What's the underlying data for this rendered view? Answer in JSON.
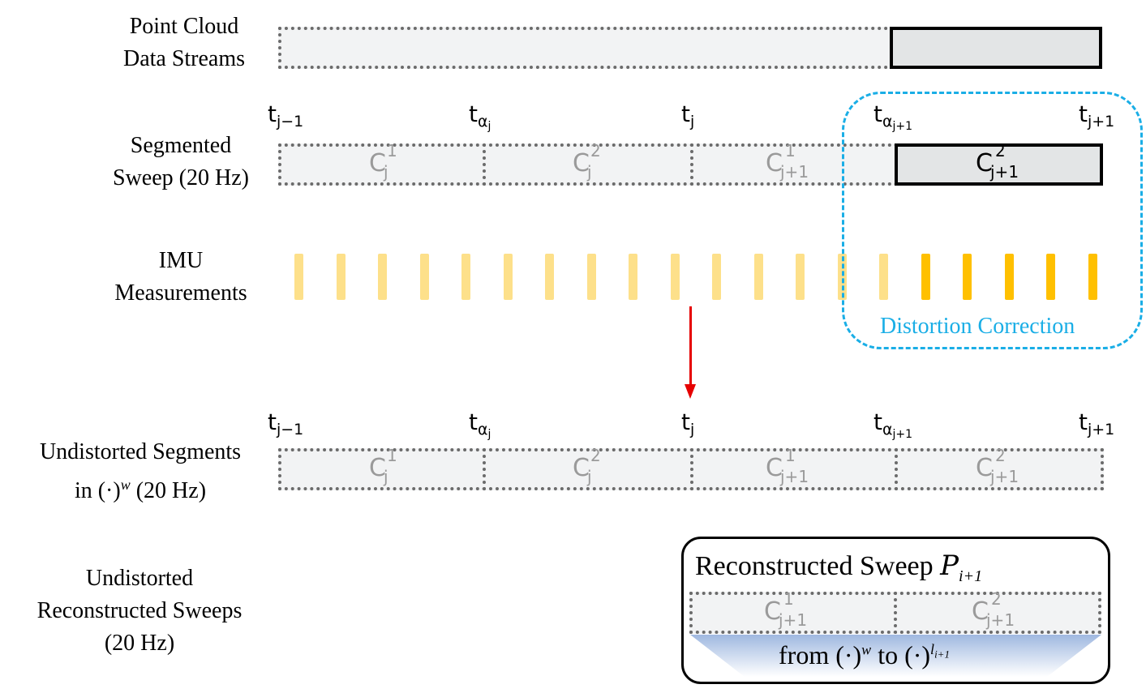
{
  "rows": {
    "point_cloud": [
      "Point Cloud",
      "Data Streams"
    ],
    "segmented": [
      "Segmented",
      "Sweep (20 Hz)"
    ],
    "imu": [
      "IMU",
      "Measurements"
    ],
    "undistorted_segments": [
      "Undistorted Segments",
      "in (·)",
      "w",
      " (20 Hz)"
    ],
    "undistorted_recon": [
      "Undistorted",
      "Reconstructed Sweeps",
      "(20 Hz)"
    ]
  },
  "ticks": {
    "t_j_minus_1": {
      "base": "t",
      "sub": "j−1"
    },
    "t_alpha_j": {
      "base": "t",
      "sub": "α",
      "subsub": "j"
    },
    "t_j": {
      "base": "t",
      "sub": "j"
    },
    "t_alpha_j_plus_1": {
      "base": "t",
      "sub": "α",
      "subsub": "j+1"
    },
    "t_j_plus_1": {
      "base": "t",
      "sub": "j+1"
    }
  },
  "segments": {
    "c_j_1": {
      "base": "C",
      "sup": "1",
      "sub": "j"
    },
    "c_j_2": {
      "base": "C",
      "sup": "2",
      "sub": "j"
    },
    "c_j1_1": {
      "base": "C",
      "sup": "1",
      "sub": "j+1"
    },
    "c_j1_2": {
      "base": "C",
      "sup": "2",
      "sub": "j+1"
    }
  },
  "distortion_label": "Distortion Correction",
  "reconstructed": {
    "title": "Reconstructed Sweep ",
    "p_base": "P",
    "p_sub": "i+1",
    "note_a": "from (·)",
    "note_w": "w",
    "note_b": " to (·)",
    "note_l": "l",
    "note_lsub": "i+1"
  },
  "colors": {
    "imu_light": "#fde08a",
    "imu_dark": "#ffc000",
    "dashed_blue": "#1aaee6",
    "arrow_red": "#e60000"
  },
  "imu_counts": {
    "light": 15,
    "dark": 5
  }
}
